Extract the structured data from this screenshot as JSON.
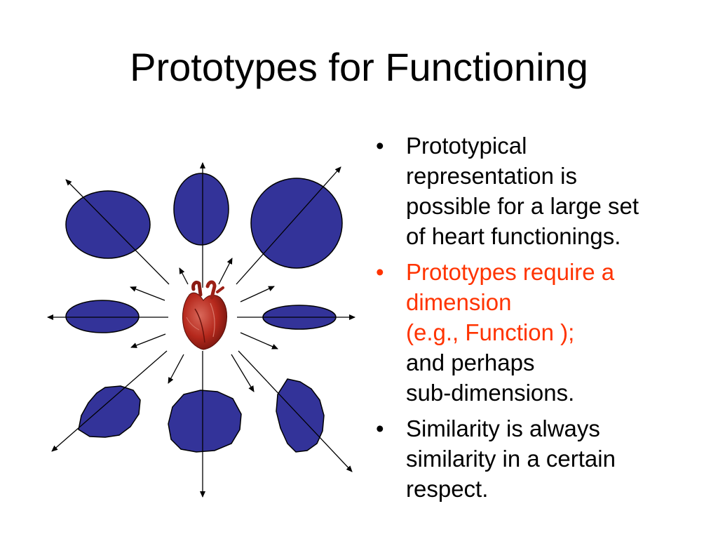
{
  "slide": {
    "title": "Prototypes for Functioning"
  },
  "colors": {
    "shape_fill": "#333399",
    "shape_stroke": "#000000",
    "highlight_text": "#ff3300",
    "heart_dark": "#7a1510",
    "heart_mid": "#b5281c",
    "heart_light": "#d9685a"
  },
  "diagram": {
    "center_icon": "heart-icon"
  },
  "bullets": [
    {
      "glyph": "•",
      "style": "normal",
      "lines": [
        "Prototypical",
        "representation is",
        "possible for a large set",
        "of heart functionings."
      ]
    },
    {
      "glyph": "•",
      "style": "highlight",
      "lines": [
        "Prototypes require a",
        "dimension",
        "(e.g., Function );"
      ],
      "continuation": [
        "and perhaps",
        "sub-dimensions."
      ]
    },
    {
      "glyph": "•",
      "style": "normal",
      "lines": [
        "Similarity is always",
        "similarity in a certain",
        "respect."
      ]
    }
  ]
}
